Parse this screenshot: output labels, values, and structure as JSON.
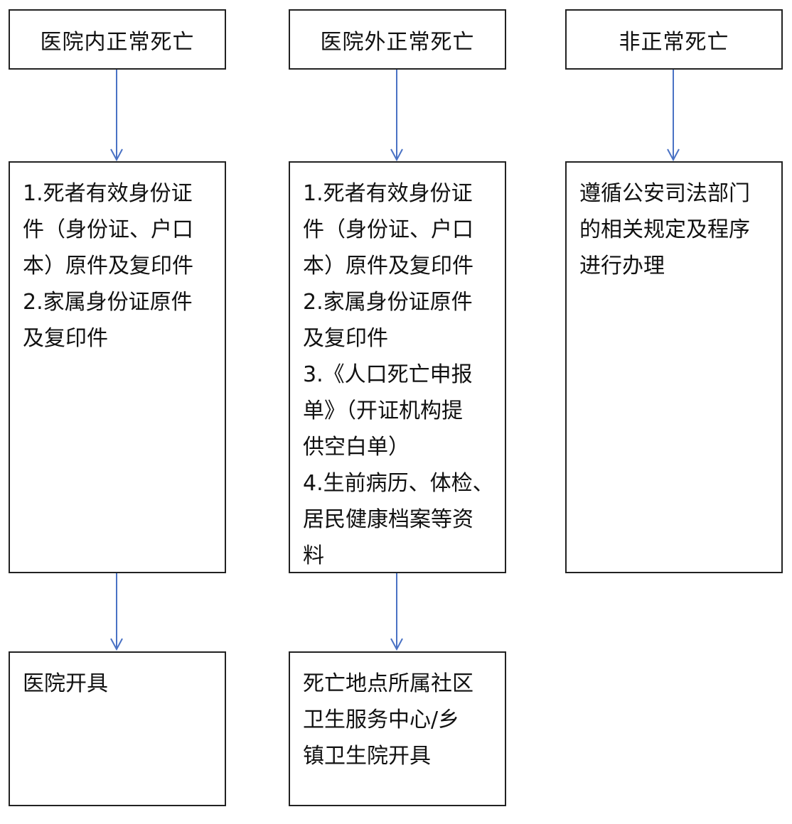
{
  "columns": [
    {
      "header": "医院内正常死亡",
      "requirements": [
        "1.死者有效身份证",
        "件（身份证、户口",
        "本）原件及复印件",
        "2.家属身份证原件",
        "及复印件"
      ],
      "result": [
        "医院开具"
      ]
    },
    {
      "header": "医院外正常死亡",
      "requirements": [
        "1.死者有效身份证",
        "件（身份证、户口",
        "本）原件及复印件",
        "2.家属身份证原件",
        "及复印件",
        "3.《人口死亡申报",
        "单》（开证机构提",
        "供空白单）",
        "4.生前病历、体检、",
        "居民健康档案等资",
        "料"
      ],
      "result": [
        "死亡地点所属社区",
        "卫生服务中心/乡",
        "镇卫生院开具"
      ]
    },
    {
      "header": "非正常死亡",
      "requirements": [
        "遵循公安司法部门",
        "的相关规定及程序",
        "进行办理"
      ]
    }
  ],
  "colors": {
    "arrow": "#4a72c4",
    "border": "#222222"
  }
}
